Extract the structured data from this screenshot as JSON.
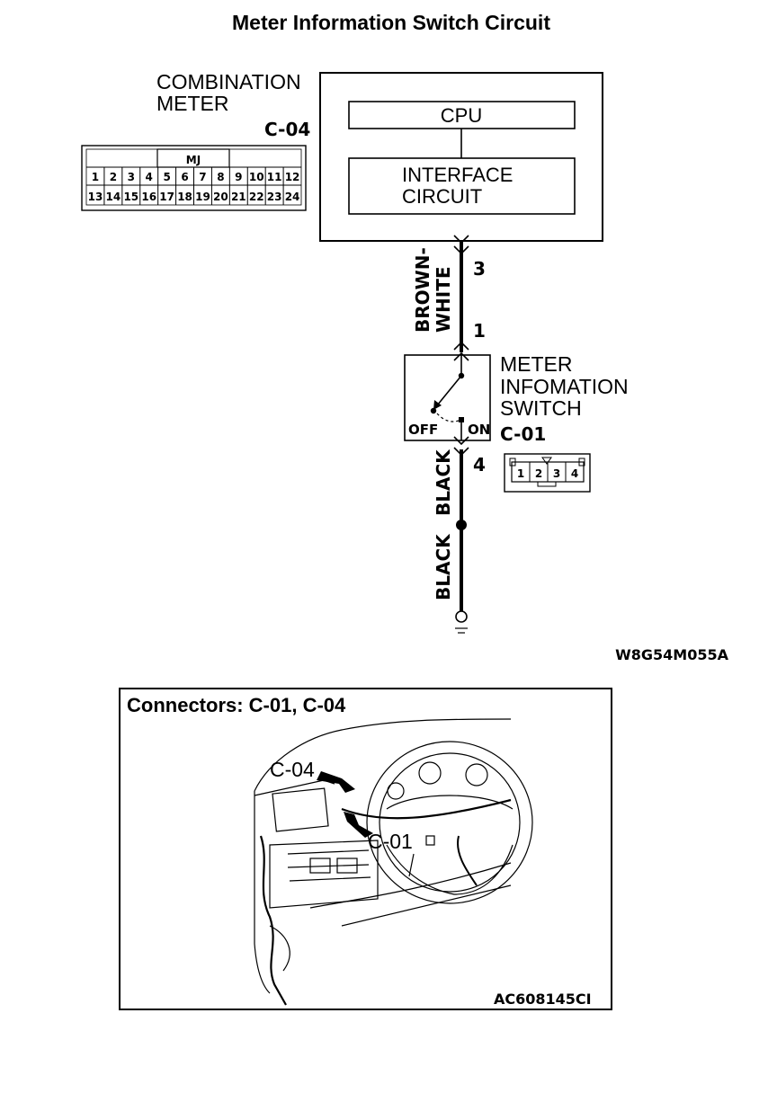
{
  "title": "Meter Information Switch Circuit",
  "combination_meter": {
    "name_line1": "COMBINATION",
    "name_line2": "METER",
    "connector": "C-04",
    "connector_tag": "MJ",
    "pins_row1": [
      "1",
      "2",
      "3",
      "4",
      "5",
      "6",
      "7",
      "8",
      "9",
      "10",
      "11",
      "12"
    ],
    "pins_row2": [
      "13",
      "14",
      "15",
      "16",
      "17",
      "18",
      "19",
      "20",
      "21",
      "22",
      "23",
      "24"
    ],
    "cpu_label": "CPU",
    "interface_line1": "INTERFACE",
    "interface_line2": "CIRCUIT"
  },
  "wire_upper": {
    "pin_top": "3",
    "pin_bottom": "1",
    "color_line1": "BROWN-",
    "color_line2": "WHITE"
  },
  "switch": {
    "name_line1": "METER",
    "name_line2": "INFOMATION",
    "name_line3": "SWITCH",
    "connector": "C-01",
    "off_label": "OFF",
    "on_label": "ON",
    "pins": [
      "1",
      "2",
      "3",
      "4"
    ]
  },
  "wire_lower": {
    "pin": "4",
    "color_a": "BLACK",
    "color_b": "BLACK"
  },
  "diagram_code": "W8G54M055A",
  "connectors_panel": {
    "heading": "Connectors: C-01, C-04",
    "callout_c04": "C-04",
    "callout_c01": "C-01",
    "code": "AC608145CI"
  }
}
